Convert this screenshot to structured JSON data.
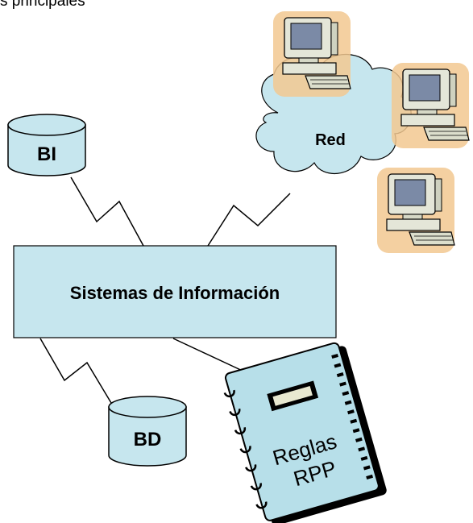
{
  "header": {
    "partial_text": "s principales"
  },
  "diagram": {
    "central_box": {
      "label": "Sistemas de Información"
    },
    "databases": [
      {
        "id": "bi",
        "label": "BI"
      },
      {
        "id": "bd",
        "label": "BD"
      }
    ],
    "network": {
      "label": "Red",
      "computer_count": 3
    },
    "rules_book": {
      "line1": "Reglas",
      "line2": "RPP"
    }
  },
  "colors": {
    "box_fill": "#c6e6ee",
    "cylinder_fill": "#c6e6ee",
    "cloud_fill": "#c6e6ee",
    "book_fill": "#b7dfe9",
    "computer_halo": "#f2c890",
    "stroke": "#000000"
  }
}
